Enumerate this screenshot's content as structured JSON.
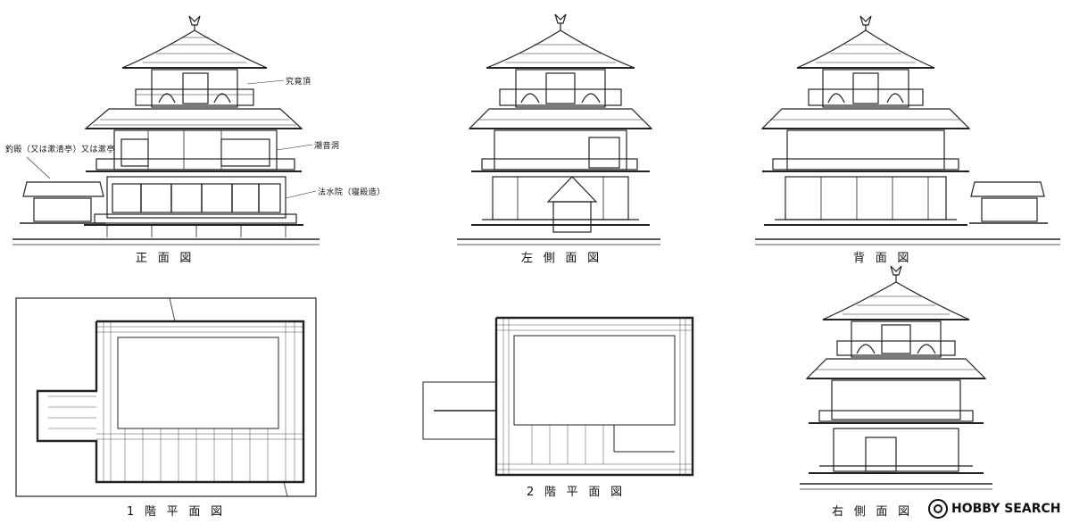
{
  "captions": {
    "front": "正面図",
    "left_side": "左側面図",
    "back": "背面図",
    "right_side": "右側面図",
    "floor1": "1階平面図",
    "floor2": "2階平面図"
  },
  "callouts": {
    "kukyocho": "究竟頂",
    "choonkaku": "潮音洞",
    "hosuiin": "法水院（寝殿造）",
    "tsuriden": "釣殿（又は漱清亭）又は漱亭"
  },
  "watermark": {
    "brand": "HOBBY SEARCH",
    "icon": "hobbysearch-logo-icon"
  }
}
